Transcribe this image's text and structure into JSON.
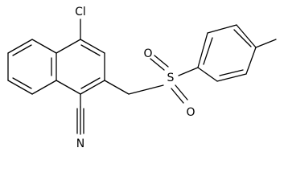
{
  "molecule": {
    "atom_labels": {
      "chlorine": "Cl",
      "sulfur": "S",
      "oxygen_upper": "O",
      "oxygen_lower": "O",
      "nitrile_nitrogen": "N"
    }
  }
}
